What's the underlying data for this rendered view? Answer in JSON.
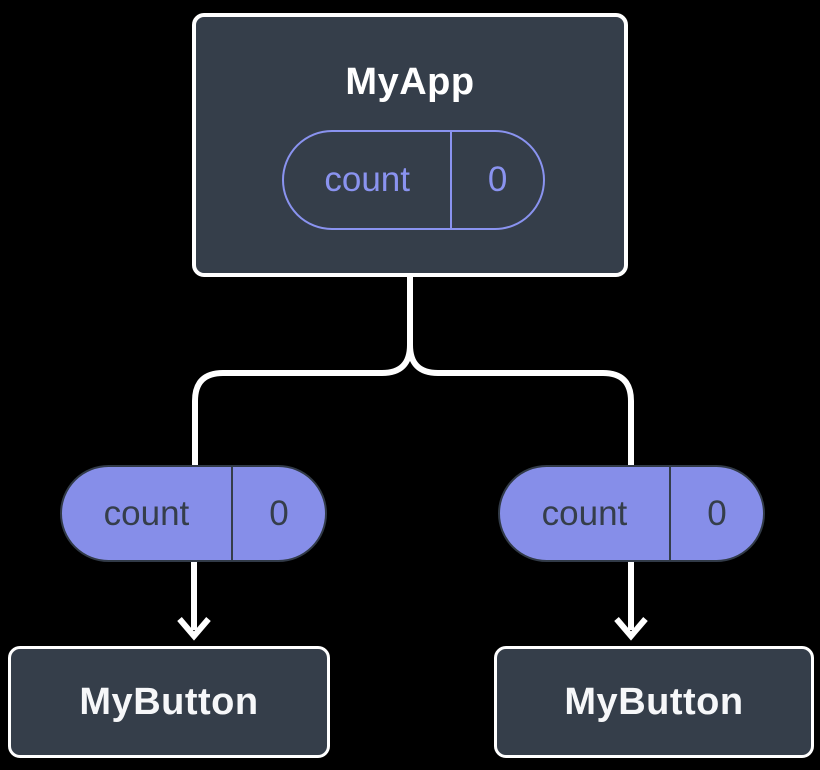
{
  "diagram": {
    "description": "Component tree showing state lifted to parent and passed down as props",
    "root": {
      "title": "MyApp",
      "state": {
        "label": "count",
        "value": "0"
      }
    },
    "props": [
      {
        "label": "count",
        "value": "0"
      },
      {
        "label": "count",
        "value": "0"
      }
    ],
    "children": [
      {
        "title": "MyButton"
      },
      {
        "title": "MyButton"
      }
    ],
    "colors": {
      "background": "#000000",
      "card_bg": "#353E4A",
      "card_border": "#FFFFFF",
      "state_pill_stroke": "#8A93F0",
      "prop_pill_fill": "#868EE9",
      "prop_pill_outline": "#313A47",
      "prop_pill_text": "#353E4A",
      "connector": "#FFFFFF"
    }
  }
}
